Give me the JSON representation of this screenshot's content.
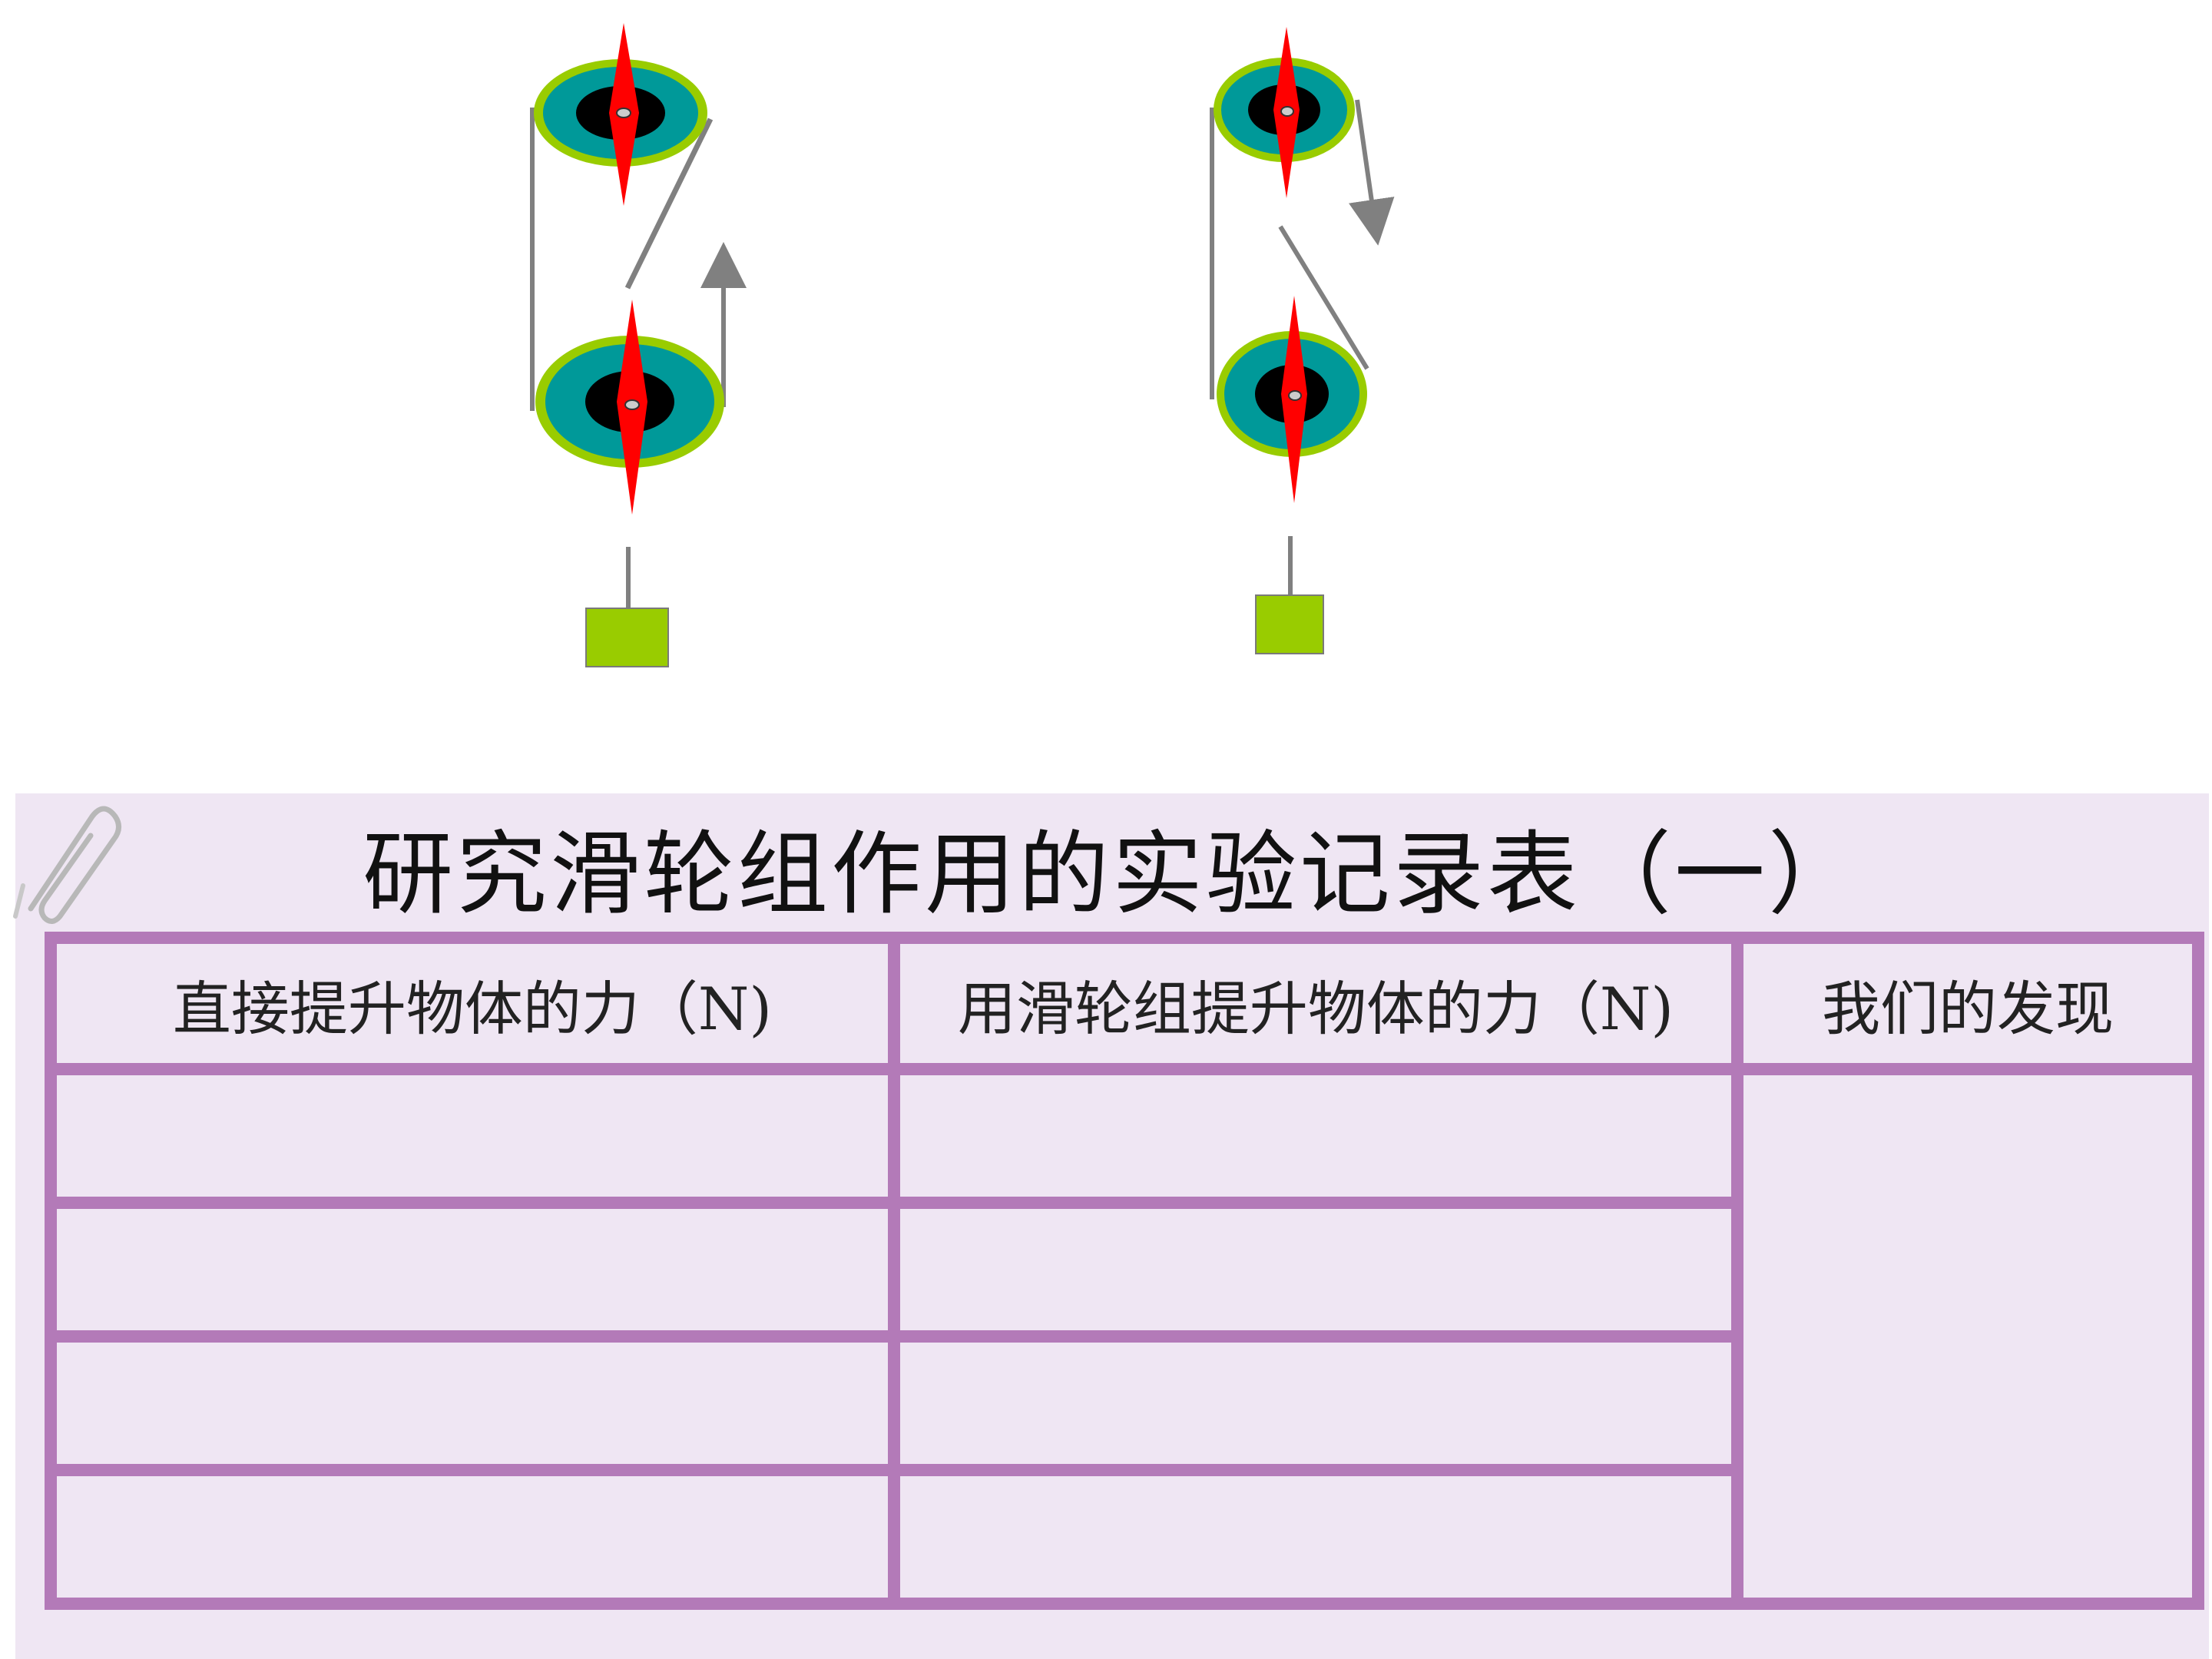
{
  "title": "研究滑轮组作用的实验记录表（一）",
  "table": {
    "headers": [
      "直接提升物体的力（N)",
      "用滑轮组提升物体的力（N)",
      "我们的发现"
    ],
    "rows": [
      [
        "",
        ""
      ],
      [
        "",
        ""
      ],
      [
        "",
        ""
      ],
      [
        "",
        ""
      ]
    ]
  },
  "colors": {
    "panel_bg": "#efe6f3",
    "table_border": "#b37ab8",
    "pulley_outer": "#99cc00",
    "pulley_mid": "#009999",
    "pulley_hub": "#000000",
    "pulley_pointer": "#ff0000",
    "rope": "#808080",
    "weight": "#99cc00"
  }
}
